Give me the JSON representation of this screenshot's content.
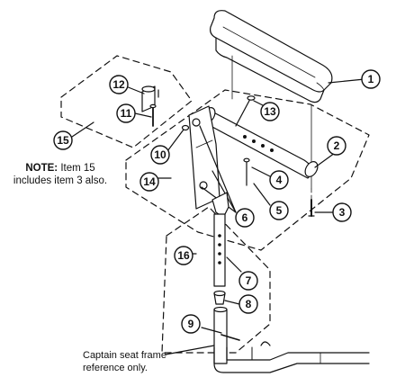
{
  "callouts": [
    {
      "id": "1",
      "label": "1"
    },
    {
      "id": "2",
      "label": "2"
    },
    {
      "id": "3",
      "label": "3"
    },
    {
      "id": "4",
      "label": "4"
    },
    {
      "id": "5",
      "label": "5"
    },
    {
      "id": "6",
      "label": "6"
    },
    {
      "id": "7",
      "label": "7"
    },
    {
      "id": "8",
      "label": "8"
    },
    {
      "id": "9",
      "label": "9"
    },
    {
      "id": "10",
      "label": "10"
    },
    {
      "id": "11",
      "label": "11"
    },
    {
      "id": "12",
      "label": "12"
    },
    {
      "id": "13",
      "label": "13"
    },
    {
      "id": "14",
      "label": "14"
    },
    {
      "id": "15",
      "label": "15"
    },
    {
      "id": "16",
      "label": "16"
    }
  ],
  "note": {
    "heading": "NOTE:",
    "line1": "Item 15",
    "line2": "includes item 3 also."
  },
  "caption": {
    "line1": "Captain seat frame",
    "line2": "reference only."
  }
}
